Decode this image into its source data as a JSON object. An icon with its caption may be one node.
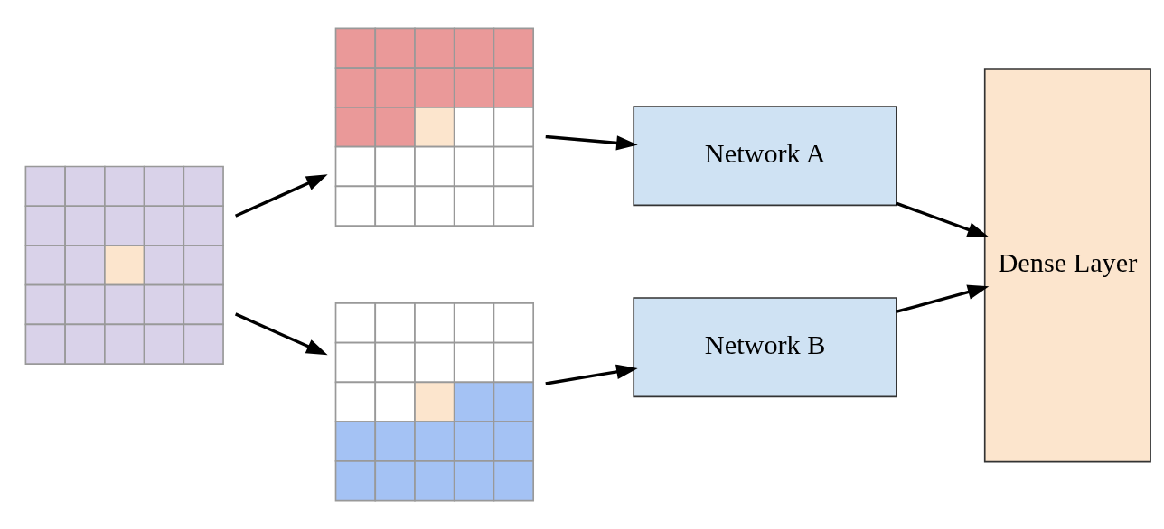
{
  "diagram": {
    "nodes": [
      {
        "text": [],
        "shape": "grid"
      },
      {
        "text": [],
        "shape": "grid"
      },
      {
        "text": [],
        "shape": "grid"
      },
      {
        "text": [
          "Network A"
        ]
      },
      {
        "text": [
          "Network B"
        ]
      },
      {
        "text": [
          "Dense Layer"
        ]
      }
    ],
    "edges": [
      {
        "from": 0,
        "to": 1,
        "arrow": "to"
      },
      {
        "from": 0,
        "to": 2,
        "arrow": "to"
      },
      {
        "from": 1,
        "to": 3,
        "arrow": "to"
      },
      {
        "from": 2,
        "to": 4,
        "arrow": "to"
      },
      {
        "from": 3,
        "to": 5,
        "arrow": "to"
      },
      {
        "from": 4,
        "to": 5,
        "arrow": "to"
      }
    ]
  }
}
